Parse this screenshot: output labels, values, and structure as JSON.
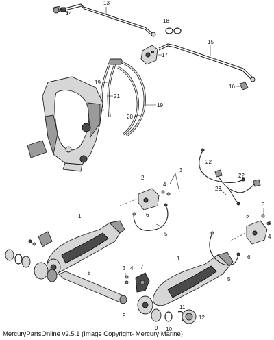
{
  "footer": {
    "copyright": "MercuryPartsOnline v2.5.1 (Image Copyright- Mercury Marine)"
  },
  "callouts": {
    "c1a": "1",
    "c1b": "1",
    "c2a": "2",
    "c2b": "2",
    "c3a": "3",
    "c3b": "3",
    "c3c": "3",
    "c4a": "4",
    "c4b": "4",
    "c4c": "4",
    "c5a": "5",
    "c5b": "5",
    "c6a": "6",
    "c6b": "6",
    "c7": "7",
    "c8": "8",
    "c9a": "9",
    "c9b": "9",
    "c10": "10",
    "c11": "11",
    "c12": "12",
    "c13": "13",
    "c14": "14",
    "c15": "15",
    "c16": "16",
    "c17": "17",
    "c18": "18",
    "c19a": "19",
    "c19b": "19",
    "c20": "20",
    "c21": "21",
    "c22a": "22",
    "c22b": "22",
    "c23": "23"
  }
}
